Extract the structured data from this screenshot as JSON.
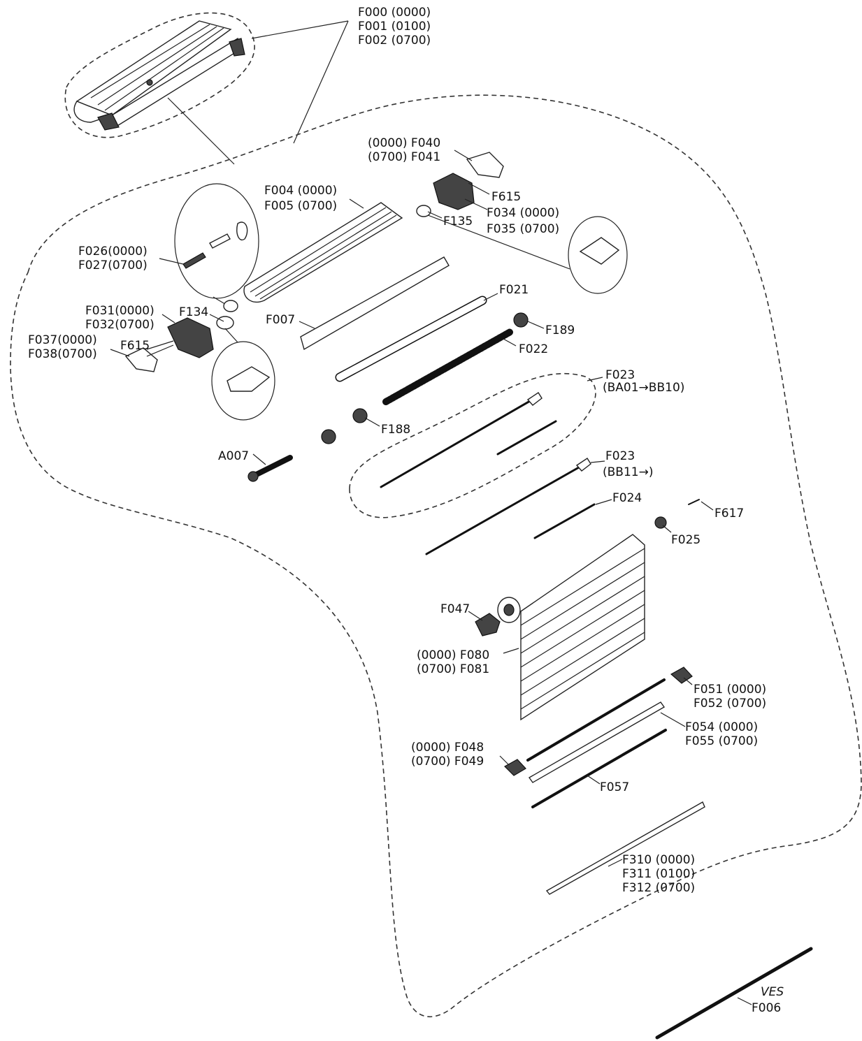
{
  "labels": {
    "f000": "F000 (0000)",
    "f001": "F001 (0100)",
    "f002": "F002 (0700)",
    "f040": "(0000) F040",
    "f041": "(0700) F041",
    "f004": "F004 (0000)",
    "f005": "F005 (0700)",
    "f615a": "F615",
    "f034": "F034 (0000)",
    "f035": "F035 (0700)",
    "f135": "F135",
    "f026": "F026(0000)",
    "f027": "F027(0700)",
    "f021": "F021",
    "f031": "F031(0000)",
    "f032": "F032(0700)",
    "f134": "F134",
    "f007": "F007",
    "f189": "F189",
    "f037": "F037(0000)",
    "f038": "F038(0700)",
    "f615b": "F615",
    "f022": "F022",
    "f023a": "F023",
    "f023a_range": "(BA01→BB10)",
    "f188": "F188",
    "a007": "A007",
    "f023b": "F023",
    "f023b_range": "(BB11→)",
    "f024": "F024",
    "f617": "F617",
    "f025": "F025",
    "f047": "F047",
    "f080": "(0000) F080",
    "f081": "(0700) F081",
    "f051": "F051 (0000)",
    "f052": "F052 (0700)",
    "f054": "F054 (0000)",
    "f055": "F055 (0700)",
    "f048": "(0000) F048",
    "f049": "(0700) F049",
    "f057": "F057",
    "f310": "F310 (0000)",
    "f311": "F311 (0100)",
    "f312": "F312 (0700)",
    "ves": "VES",
    "f006": "F006"
  }
}
